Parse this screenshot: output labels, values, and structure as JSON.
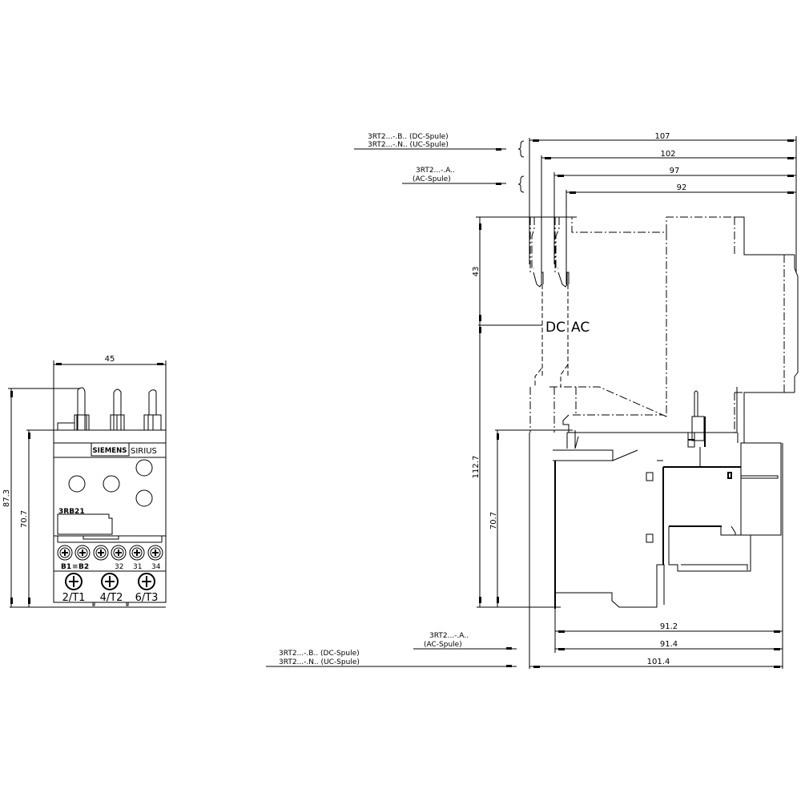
{
  "drawing": {
    "front_view": {
      "width_dim": "45",
      "height_dims": [
        "87.3",
        "70.7"
      ],
      "brand_logo": "SIEMENS",
      "brand_series": "SIRIUS",
      "type_label": "3RB21",
      "aux_terminal_labels": [
        "B1",
        "B2",
        "32",
        "31",
        "34"
      ],
      "main_terminal_labels": [
        "2/T1",
        "4/T2",
        "6/T3"
      ]
    },
    "side_view": {
      "top_dims": [
        "107",
        "102",
        "97",
        "92"
      ],
      "top_callouts": {
        "dc_uc": {
          "line1": "3RT2...-.B.. (DC-Spule)",
          "line2": "3RT2...-.N.. (UC-Spule)"
        },
        "ac": {
          "line1": "3RT2...-.A..",
          "line2": "(AC-Spule)"
        }
      },
      "vertical_dims": [
        "43",
        "112.7",
        "70.7"
      ],
      "coil_labels": {
        "dc": "DC",
        "ac": "AC"
      },
      "bottom_dims": [
        "91.2",
        "91.4",
        "101.4"
      ],
      "bottom_callouts": {
        "ac": {
          "line1": "3RT2...-.A..",
          "line2": "(AC-Spule)"
        },
        "dc_uc": {
          "line1": "3RT2...-.B.. (DC-Spule)",
          "line2": "3RT2...-.N.. (UC-Spule)"
        }
      }
    }
  }
}
